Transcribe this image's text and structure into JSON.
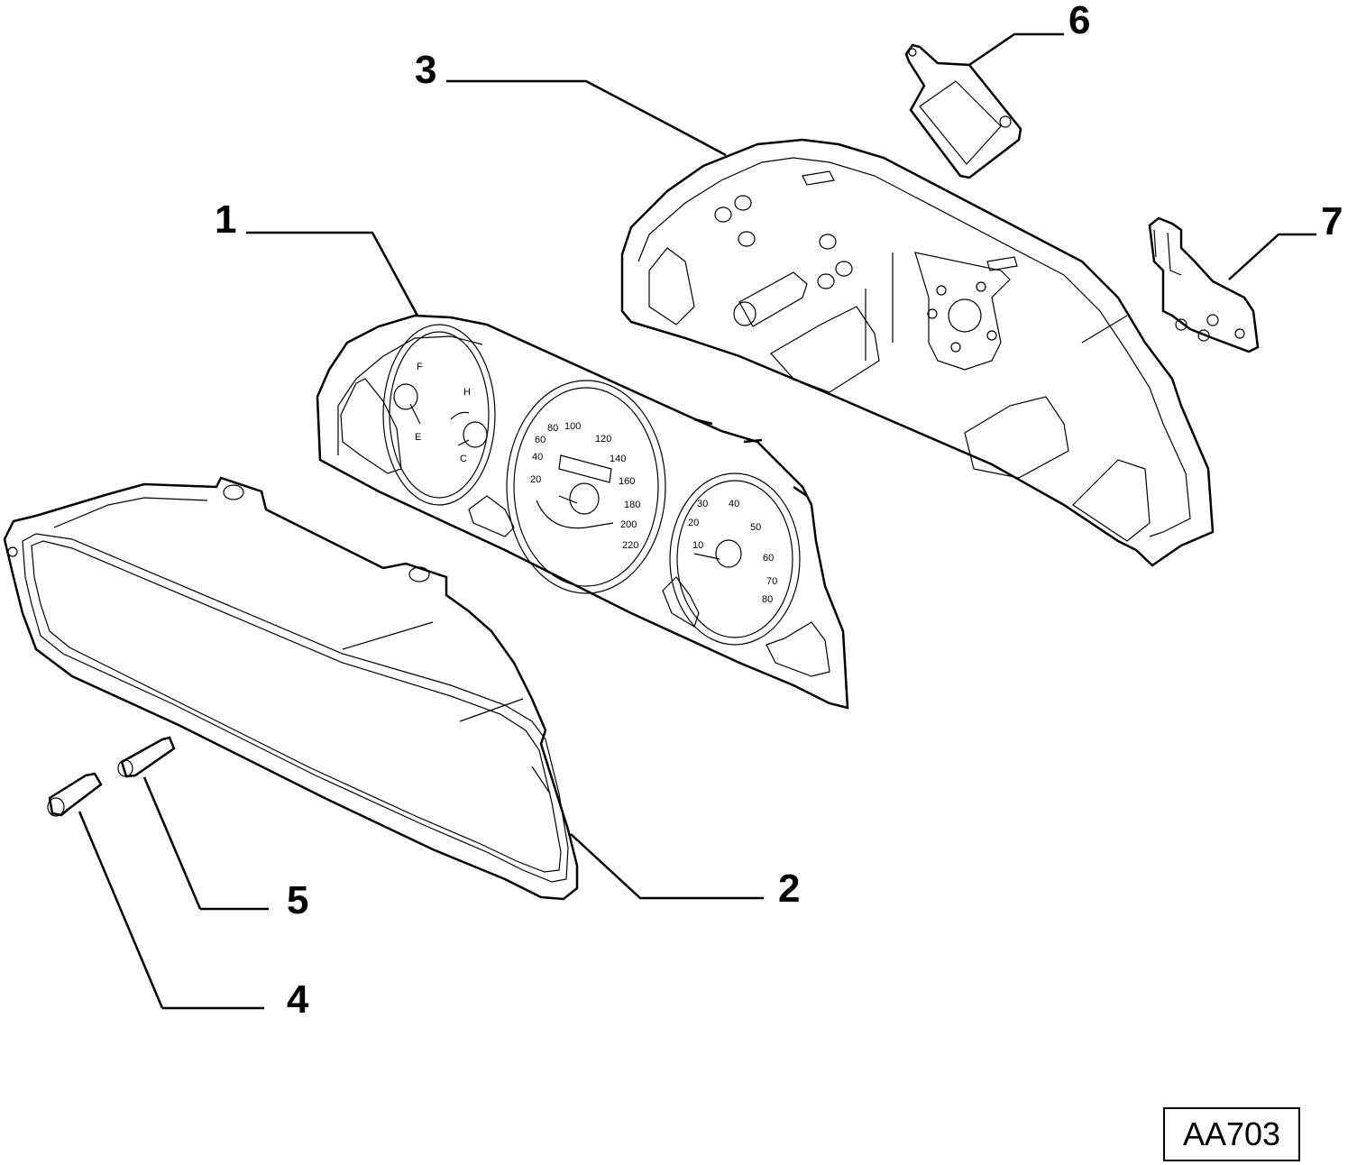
{
  "diagram": {
    "callouts": [
      {
        "id": "1",
        "label": "1"
      },
      {
        "id": "2",
        "label": "2"
      },
      {
        "id": "3",
        "label": "3"
      },
      {
        "id": "4",
        "label": "4"
      },
      {
        "id": "5",
        "label": "5"
      },
      {
        "id": "6",
        "label": "6"
      },
      {
        "id": "7",
        "label": "7"
      }
    ],
    "reference_code": "AA703",
    "dial_labels": {
      "fuel": [
        "F",
        "E"
      ],
      "temp": [
        "H",
        "C"
      ],
      "speedometer": [
        "20",
        "40",
        "60",
        "80",
        "100",
        "120",
        "140",
        "160",
        "180",
        "200",
        "220"
      ],
      "tachometer": [
        "10",
        "20",
        "30",
        "40",
        "50",
        "60",
        "70",
        "80"
      ]
    }
  }
}
